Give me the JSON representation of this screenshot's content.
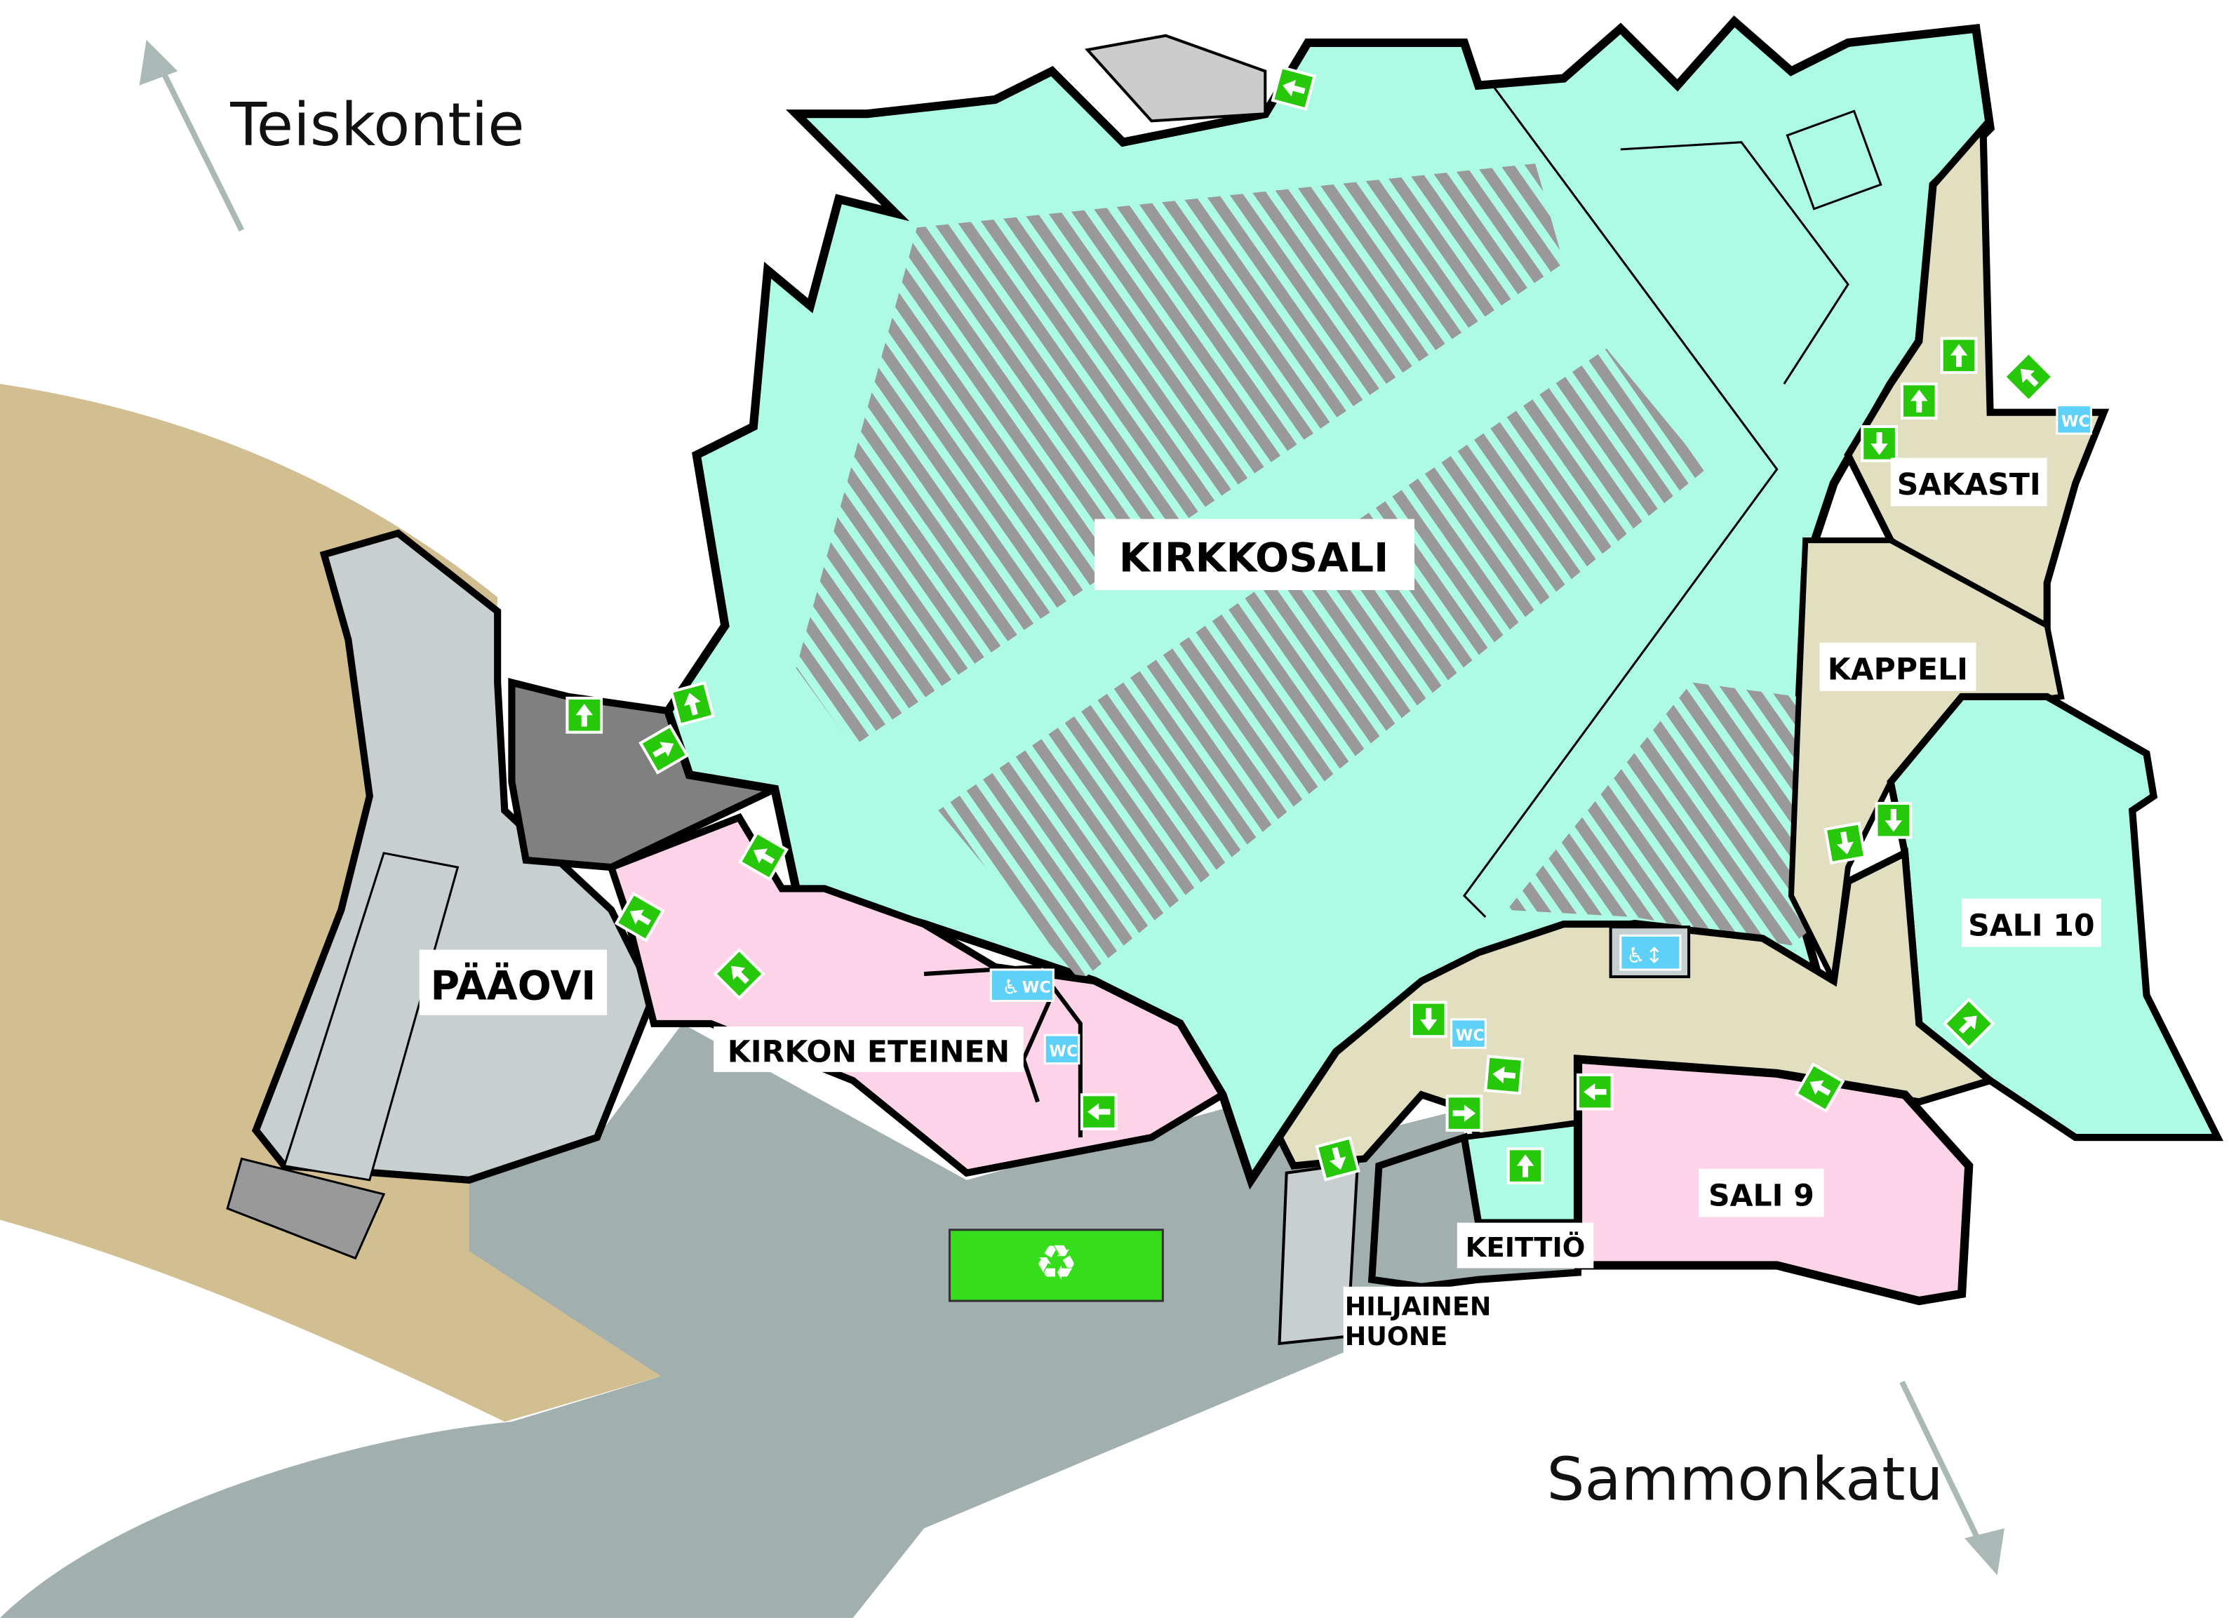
{
  "streets": {
    "north": "Teiskontie",
    "south": "Sammonkatu"
  },
  "rooms": {
    "kirkkosali": "KIRKKOSALI",
    "paaovi": "PÄÄOVI",
    "kirkon_eteinen": "KIRKON ETEINEN",
    "sakasti": "SAKASTI",
    "kappeli": "KAPPELI",
    "sali10": "SALI 10",
    "sali9": "SALI 9",
    "keittio": "KEITTIÖ",
    "hiljainen_line1": "HILJAINEN",
    "hiljainen_line2": "HUONE"
  },
  "icons": {
    "wc": "WC",
    "exit": "exit-arrow",
    "recycling": "recycling",
    "accessible": "wheelchair",
    "elevator": "elevator"
  },
  "colors": {
    "hall": "#aefbe5",
    "tan": "#e2dfc0",
    "pink": "#fdd3e7",
    "ground_tan": "#d1bf92",
    "ground_gray": "#a1afae",
    "entry_gray": "#c7cfd0",
    "dark_gray": "#808080",
    "exit_green": "#27c80a",
    "wc_blue": "#5fd0f7",
    "recycle_green": "#35dd1a"
  }
}
